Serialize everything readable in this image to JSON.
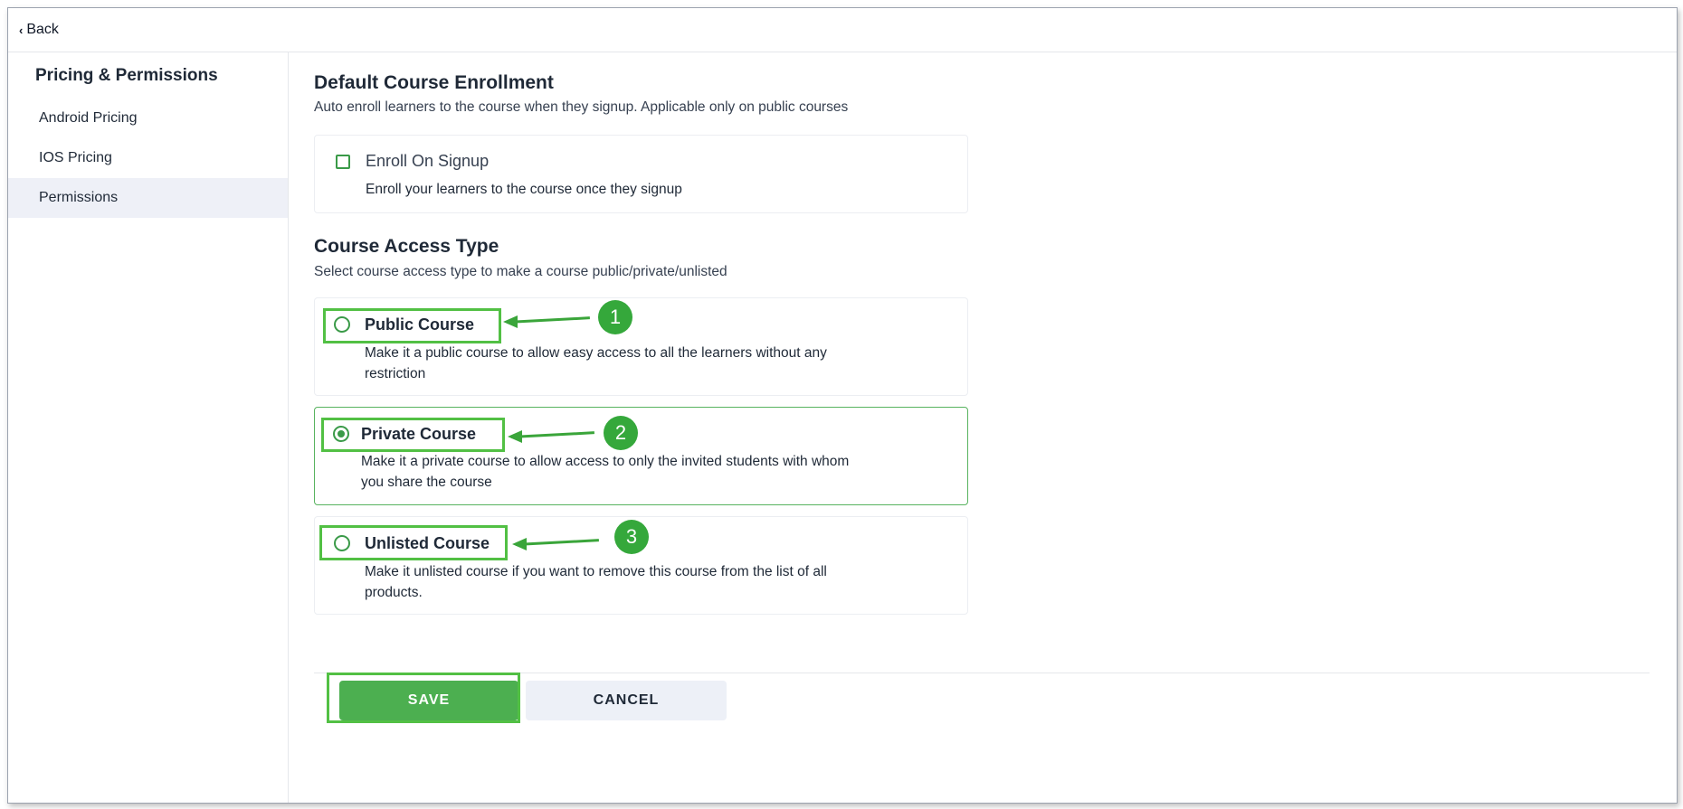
{
  "topbar": {
    "back_label": "Back"
  },
  "sidebar": {
    "heading": "Pricing & Permissions",
    "items": [
      {
        "label": "Android Pricing"
      },
      {
        "label": "IOS Pricing"
      },
      {
        "label": "Permissions",
        "active": true
      }
    ]
  },
  "enrollment": {
    "title": "Default Course Enrollment",
    "description": "Auto enroll learners to the course when they signup. Applicable only on public courses",
    "option": {
      "label": "Enroll On Signup",
      "description": "Enroll your learners to the course once they signup",
      "checked": false
    }
  },
  "access": {
    "title": "Course Access Type",
    "description": "Select course access type to make a course public/private/unlisted",
    "options": [
      {
        "label": "Public Course",
        "description_line1": "Make it a public course to allow easy access to all the learners without any",
        "description_line2": "restriction",
        "selected": false,
        "callout": "1"
      },
      {
        "label": "Private Course",
        "description_line1": "Make it a private course to allow access to only the invited students with whom",
        "description_line2": "you share the course",
        "selected": true,
        "callout": "2"
      },
      {
        "label": "Unlisted Course",
        "description_line1": "Make it unlisted course if you want to remove this course from the list of all",
        "description_line2": "products.",
        "selected": false,
        "callout": "3"
      }
    ]
  },
  "footer": {
    "save_label": "SAVE",
    "cancel_label": "CANCEL"
  },
  "colors": {
    "accent": "#4caf50",
    "annotation": "#52c044",
    "active_nav": "#eef0f7"
  },
  "icons": {
    "back": "chevron-left-icon",
    "callout_arrow": "arrow-left-icon"
  }
}
